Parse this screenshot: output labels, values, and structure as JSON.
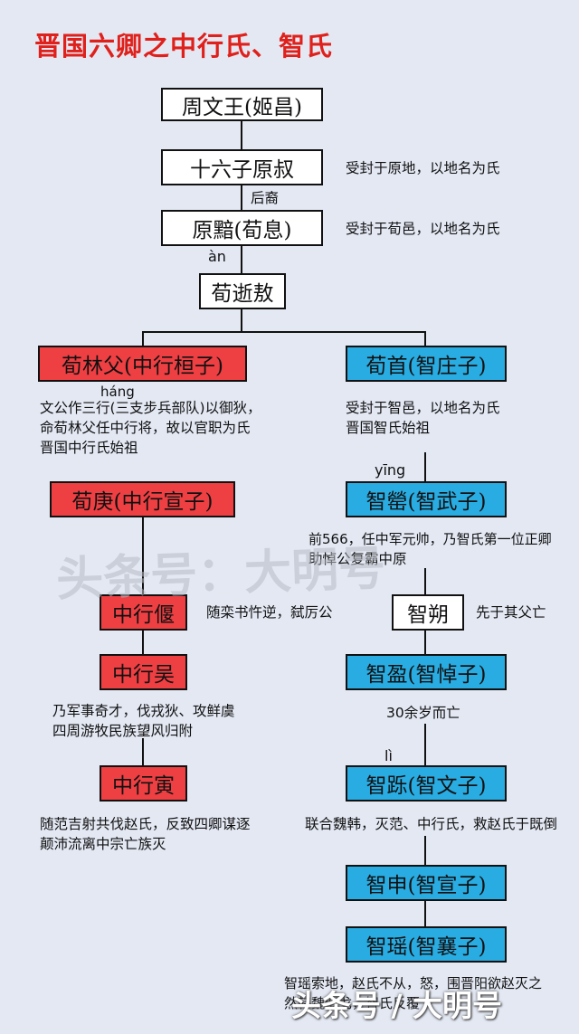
{
  "title": "晋国六卿之中行氏、智氏",
  "nodes": {
    "zhou": "周文王(姬昌)",
    "shiliu": "十六子原叔",
    "yuan": "原黯(荀息)",
    "xun": "荀逝敖",
    "lin": "荀林父(中行桓子)",
    "shou": "荀首(智庄子)",
    "geng": "荀庚(中行宣子)",
    "ying": "智罃(智武子)",
    "yan": "中行偃",
    "shuo": "智朔",
    "wu": "中行吴",
    "zhiying": "智盈(智悼子)",
    "yin": "中行寅",
    "li": "智跞(智文子)",
    "shen": "智申(智宣子)",
    "yao": "智瑶(智襄子)"
  },
  "notes": {
    "shiliu": "受封于原地，以地名为氏",
    "houyi": "后裔",
    "yuan": "受封于荀邑，以地名为氏",
    "lin": [
      "文公作三行(三支步兵部队)以御狄，",
      "命荀林父任中行将，故以官职为氏",
      "晋国中行氏始祖"
    ],
    "shou": [
      "受封于智邑，以地名为氏",
      "晋国智氏始祖"
    ],
    "ying": [
      "前566，任中军元帅，乃智氏第一位正卿",
      "助悼公复霸中原"
    ],
    "yan": "随栾书忤逆，弑厉公",
    "shuo": "先于其父亡",
    "wu": [
      "乃军事奇才，伐戎狄、攻鲜虞",
      "四周游牧民族望风归附"
    ],
    "zhiying": "30余岁而亡",
    "yin": [
      "随范吉射共伐赵氏，反致四卿谋逐",
      "颠沛流离中宗亡族灭"
    ],
    "li": "联合魏韩，灭范、中行氏，救赵氏于既倒",
    "yao": [
      "智瑶索地，赵氏不从，怒，围晋阳欲赵灭之",
      "然韩魏倒戈，智氏反覆"
    ]
  },
  "pinyin": {
    "an": "àn",
    "hang": "háng",
    "ying": "yīng",
    "li": "lì"
  },
  "watermark": "头条号：大明号",
  "watermark_bottom": "头条号 / 大明号",
  "colors": {
    "red": "#ee3f43",
    "blue": "#29ace2",
    "title": "#e0201b"
  }
}
